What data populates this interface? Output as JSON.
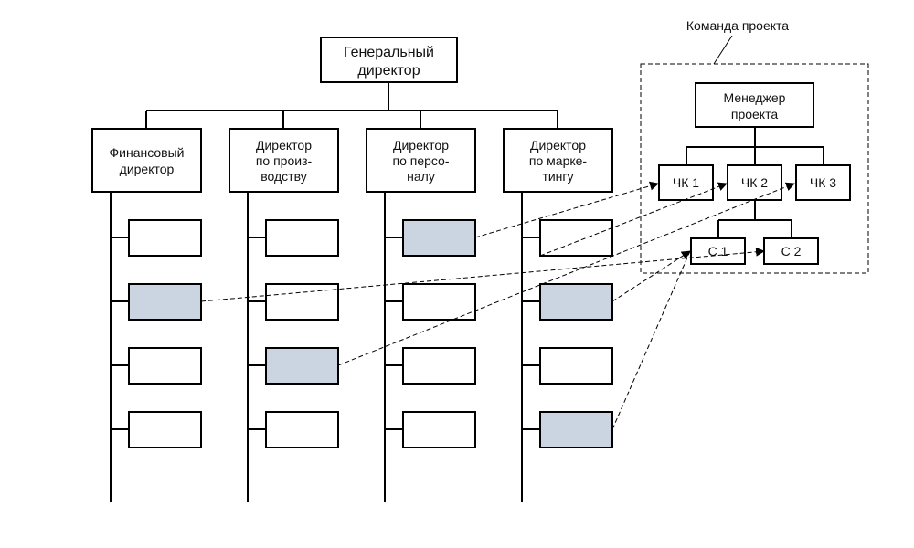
{
  "colors": {
    "background": "#ffffff",
    "line": "#000000",
    "highlight_fill": "#cbd5e1",
    "box_fill": "#ffffff"
  },
  "ceo": {
    "lines": [
      "Генеральный",
      "директор"
    ]
  },
  "directors": [
    {
      "lines": [
        "Финансовый",
        "директор"
      ]
    },
    {
      "lines": [
        "Директор",
        "по произ-",
        "водству"
      ]
    },
    {
      "lines": [
        "Директор",
        "по персо-",
        "налу"
      ]
    },
    {
      "lines": [
        "Директор",
        "по марке-",
        "тингу"
      ]
    }
  ],
  "subunits": [
    [
      false,
      true,
      false,
      false
    ],
    [
      false,
      false,
      true,
      false
    ],
    [
      true,
      false,
      false,
      false
    ],
    [
      false,
      true,
      false,
      true
    ]
  ],
  "project_team": {
    "label": "Команда проекта",
    "manager": {
      "lines": [
        "Менеджер",
        "проекта"
      ]
    },
    "members": [
      "ЧК 1",
      "ЧК 2",
      "ЧК 3"
    ],
    "sub_members": [
      "С 1",
      "С 2"
    ]
  }
}
